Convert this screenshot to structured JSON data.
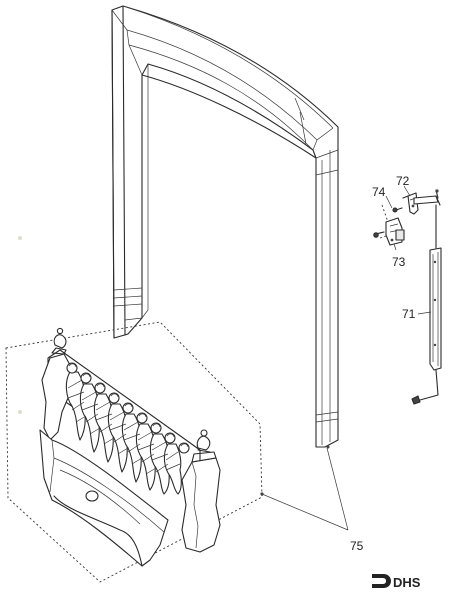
{
  "callouts": {
    "c71": "71",
    "c72": "72",
    "c73": "73",
    "c74": "74",
    "c75": "75"
  },
  "logo": {
    "text": "DHS"
  },
  "colors": {
    "line": "#2b2b2b",
    "background": "#ffffff",
    "shade": "#e9e9e9"
  }
}
